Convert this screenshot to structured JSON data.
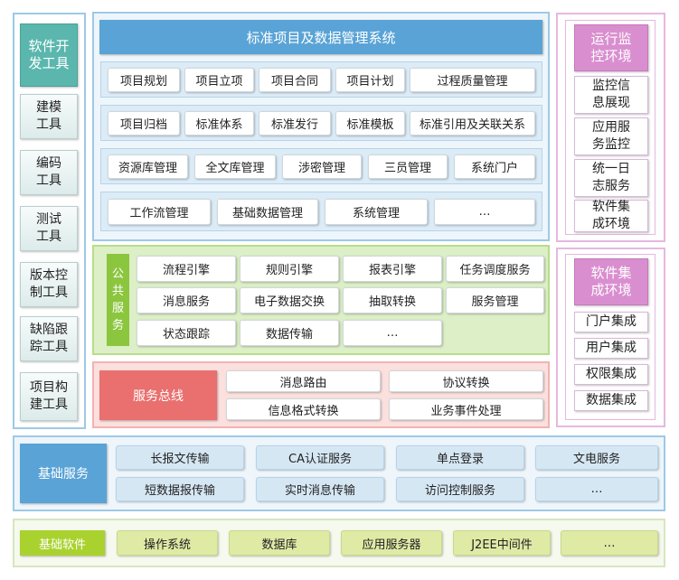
{
  "tools": {
    "title": "软件开\n发工具",
    "items": [
      "建模\n工具",
      "编码\n工具",
      "测试\n工具",
      "版本控\n制工具",
      "缺陷跟\n踪工具",
      "项目构\n建工具"
    ]
  },
  "system": {
    "title": "标准项目及数据管理系统",
    "row1": [
      "项目规划",
      "项目立项",
      "项目合同",
      "项目计划",
      "过程质量管理"
    ],
    "row2": [
      "项目归档",
      "标准体系",
      "标准发行",
      "标准模板",
      "标准引用及关联关系"
    ],
    "row3": [
      "资源库管理",
      "全文库管理",
      "涉密管理",
      "三员管理",
      "系统门户"
    ],
    "row4": [
      "工作流管理",
      "基础数据管理",
      "系统管理",
      "…"
    ]
  },
  "public_service": {
    "label": "公\n共\n服\n务",
    "row1": [
      "流程引擎",
      "规则引擎",
      "报表引擎",
      "任务调度服务"
    ],
    "row2": [
      "消息服务",
      "电子数据交换",
      "抽取转换",
      "服务管理"
    ],
    "row3": [
      "状态跟踪",
      "数据传输",
      "…"
    ]
  },
  "service_bus": {
    "label": "服务总线",
    "row1": [
      "消息路由",
      "协议转换"
    ],
    "row2": [
      "信息格式转换",
      "业务事件处理"
    ]
  },
  "monitoring": {
    "title": "运行监\n控环境",
    "items": [
      "监控信\n息展现",
      "应用服\n务监控",
      "统一日\n志服务",
      "软件集\n成环境"
    ]
  },
  "integration": {
    "title": "软件集\n成环境",
    "items": [
      "门户集成",
      "用户集成",
      "权限集成",
      "数据集成"
    ]
  },
  "basic_service": {
    "label": "基础服务",
    "row1": [
      "长报文传输",
      "CA认证服务",
      "单点登录",
      "文电服务"
    ],
    "row2": [
      "短数据报传输",
      "实时消息传输",
      "访问控制服务",
      "…"
    ]
  },
  "basic_software": {
    "label": "基础软件",
    "items": [
      "操作系统",
      "数据库",
      "应用服务器",
      "J2EE中间件",
      "…"
    ]
  },
  "colors": {
    "teal": "#5bb7ae",
    "blue_title": "#5aa3d6",
    "green": "#8cc63f",
    "red": "#e9706f",
    "pink": "#d98fcf",
    "yellow_green": "#cfe36b"
  }
}
